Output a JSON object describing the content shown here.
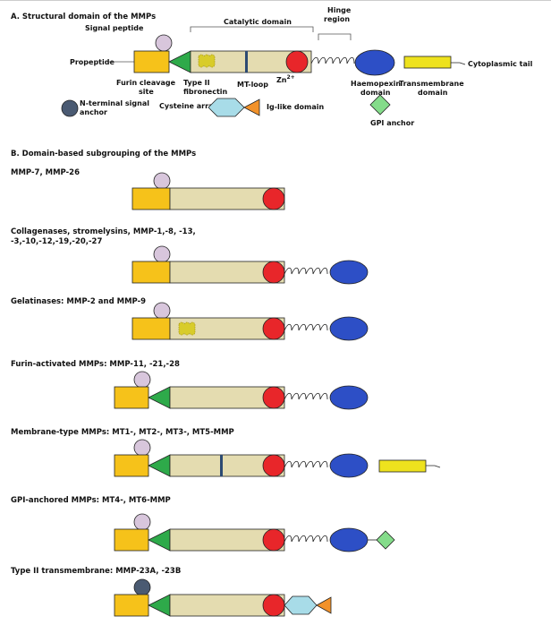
{
  "section_a": {
    "title": "A. Structural domain of the MMPs",
    "labels": {
      "signal_peptide": "Signal peptide",
      "catalytic_domain": "Catalytic domain",
      "hinge_1": "Hinge",
      "hinge_2": "region",
      "propeptide": "Propeptide",
      "cytoplasmic_tail": "Cytoplasmic tail",
      "furin_1": "Furin cleavage",
      "furin_2": "site",
      "type2_1": "Type II",
      "type2_2": "fibronectin",
      "mt_loop": "MT-loop",
      "zn": "Zn",
      "zn_sup": "2+",
      "haemopexin_1": "Haemopexin",
      "haemopexin_2": "domain",
      "transmembrane_1": "Transmembrane",
      "transmembrane_2": "domain",
      "nterm_1": "N-terminal signal",
      "nterm_2": "anchor",
      "cysteine": "Cysteine array",
      "iglike": "Ig-like domain",
      "gpi": "GPI anchor"
    }
  },
  "section_b": {
    "title": "B. Domain-based subgrouping of the MMPs",
    "groups": [
      {
        "label": "MMP-7, MMP-26"
      },
      {
        "label": "Collagenases, stromelysins, MMP-1,-8, -13,",
        "label2": "-3,-10,-12,-19,-20,-27"
      },
      {
        "label": "Gelatinases: MMP-2 and MMP-9"
      },
      {
        "label": "Furin-activated MMPs: MMP-11, -21,-28"
      },
      {
        "label": "Membrane-type MMPs: MT1-, MT2-, MT3-, MT5-MMP"
      },
      {
        "label": "GPI-anchored MMPs: MT4-, MT6-MMP"
      },
      {
        "label": "Type II transmembrane: MMP-23A, -23B"
      }
    ]
  },
  "colors": {
    "signal_peptide": "#d8c6dc",
    "propeptide": "#f6c21a",
    "furin": "#2eaa4a",
    "catalytic": "#e4dcb0",
    "fibronectin": "#d8cc2a",
    "mt_loop": "#2c4a72",
    "zinc": "#e8262a",
    "haemopexin": "#2d4fc6",
    "transmembrane": "#eee21e",
    "gpi": "#84dc8a",
    "nterm_anchor": "#4a5a72",
    "cysteine": "#a8dce8",
    "iglike": "#f2922a"
  }
}
